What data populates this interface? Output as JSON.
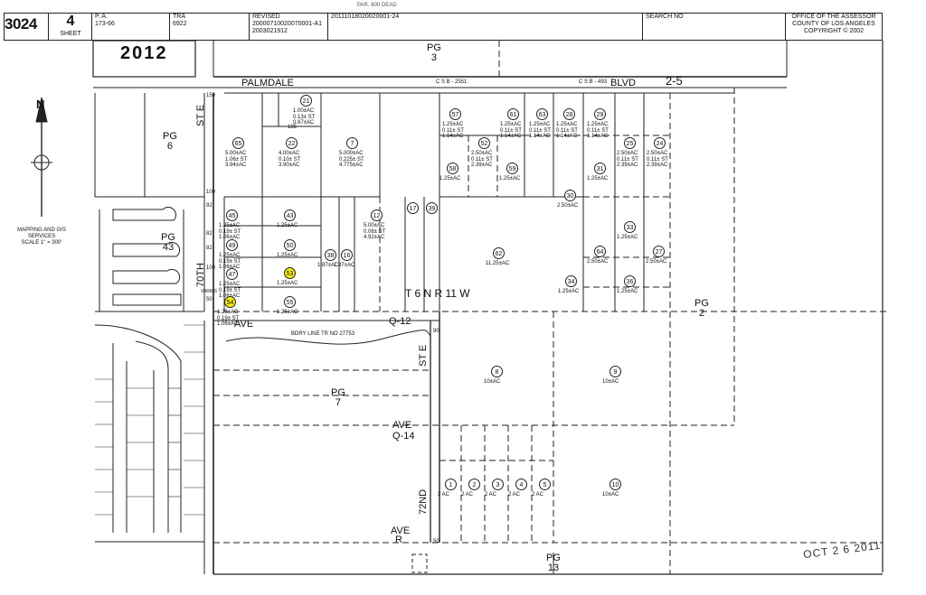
{
  "header": {
    "top_partial": "PAR. 800 DEAD",
    "map_book": "3024",
    "sheet_number": "4",
    "sheet_label": "SHEET",
    "pa_label": "P. A.",
    "pa_value": "173-66",
    "tra_label": "TRA",
    "tra_value": "6922",
    "revised_label": "REVISED",
    "revised_values": [
      "20000710020070001-A1",
      "2003021912"
    ],
    "revision_number": "20111018020020001-24",
    "search_label": "SEARCH NO",
    "office": [
      "OFFICE OF THE ASSESSOR",
      "COUNTY OF LOS ANGELES",
      "COPYRIGHT © 2002"
    ]
  },
  "map": {
    "tract_page": "2012",
    "compass": "N",
    "scale_note": [
      "MAPPING AND GIS",
      "SERVICES",
      "SCALE 1\" = 300'"
    ],
    "streets": {
      "palmdale": "PALMDALE",
      "blvd": "BLVD",
      "csb1": "C S B - 2551",
      "csb2": "C S B - 493",
      "route": "2-5",
      "st_e_top": "ST E",
      "seventieth": "70TH",
      "ave_q12_left": "AVE",
      "ave_q12_right": "Q-12",
      "bdry_line": "BDRY LINE TR NO 27753",
      "st_e_mid": "ST E",
      "ave_q14": "AVE",
      "q14": "Q-14",
      "seventy_second": "72ND",
      "ave_r_1": "AVE",
      "ave_r_2": "R"
    },
    "township": "T 6 N   R 11 W",
    "page_refs": [
      {
        "id": "pg3",
        "line1": "PG",
        "line2": "3"
      },
      {
        "id": "pg6",
        "line1": "PG",
        "line2": "6"
      },
      {
        "id": "pg43",
        "line1": "PG",
        "line2": "43"
      },
      {
        "id": "pg2",
        "line1": "PG",
        "line2": "2"
      },
      {
        "id": "pg7",
        "line1": "PG",
        "line2": "7"
      },
      {
        "id": "pg13",
        "line1": "PG",
        "line2": "13"
      }
    ],
    "dims": [
      "150",
      "100",
      "92",
      "82",
      "100",
      "82",
      "VARIES",
      "50",
      "185",
      "90",
      "50"
    ],
    "parcels": [
      {
        "n": "65",
        "acre": [
          "5.00±AC",
          "1.06± ST",
          "3.94±AC"
        ],
        "hl": false
      },
      {
        "n": "22",
        "acre": [
          "4.00±AC",
          "0.10± ST",
          "3.90±AC"
        ],
        "hl": false
      },
      {
        "n": "7",
        "acre": [
          "5.000±AC",
          "0.225± ST",
          "4.775±AC"
        ],
        "hl": false
      },
      {
        "n": "21",
        "acre": [
          "1.00±AC",
          "0.13± ST",
          "0.87±AC"
        ],
        "hl": false
      },
      {
        "n": "57",
        "acre": [
          "1.25±AC",
          "0.11± ST",
          "1.14±AC"
        ],
        "hl": false
      },
      {
        "n": "61",
        "acre": [
          "1.25±AC",
          "0.11± ST",
          "1.14±AC"
        ],
        "hl": false
      },
      {
        "n": "63",
        "acre": [
          "1.25±AC",
          "0.11± ST",
          "1.14±AC"
        ],
        "hl": false
      },
      {
        "n": "28",
        "acre": [
          "1.25±AC",
          "0.11± ST",
          "1.14±AC"
        ],
        "hl": false
      },
      {
        "n": "29",
        "acre": [
          "1.25±AC",
          "0.11± ST",
          "1.14±AC"
        ],
        "hl": false
      },
      {
        "n": "52",
        "acre": [
          "2.50±AC",
          "0.11± ST",
          "2.39±AC"
        ],
        "hl": false
      },
      {
        "n": "25",
        "acre": [
          "2.50±AC",
          "0.11± ST",
          "2.39±AC"
        ],
        "hl": false
      },
      {
        "n": "24",
        "acre": [
          "2.50±AC",
          "0.11± ST",
          "2.39±AC"
        ],
        "hl": false
      },
      {
        "n": "58",
        "acre": [
          "1.25±AC"
        ],
        "hl": false
      },
      {
        "n": "59",
        "acre": [
          "1.25±AC"
        ],
        "hl": false
      },
      {
        "n": "31",
        "acre": [
          "1.25±AC"
        ],
        "hl": false
      },
      {
        "n": "30",
        "acre": [
          "2.50±AC"
        ],
        "hl": false
      },
      {
        "n": "45",
        "acre": [
          "1.25±AC",
          "0.19± ST",
          "1.06±AC"
        ],
        "hl": false
      },
      {
        "n": "43",
        "acre": [
          "1.25±AC"
        ],
        "hl": false
      },
      {
        "n": "12",
        "acre": [
          "5.00±AC",
          "0.08± ST",
          "4.92±AC"
        ],
        "hl": false
      },
      {
        "n": "17",
        "acre": [],
        "hl": false
      },
      {
        "n": "39",
        "acre": [],
        "hl": false
      },
      {
        "n": "49",
        "acre": [
          "1.25±AC",
          "0.19± ST",
          "1.06±AC"
        ],
        "hl": false
      },
      {
        "n": "50",
        "acre": [
          "1.25±AC"
        ],
        "hl": false
      },
      {
        "n": "38",
        "acre": [
          "1.87±AC"
        ],
        "hl": false
      },
      {
        "n": "16",
        "acre": [
          "1.87±AC"
        ],
        "hl": false
      },
      {
        "n": "62",
        "acre": [
          "11.25±AC"
        ],
        "hl": false
      },
      {
        "n": "33",
        "acre": [
          "1.25±AC"
        ],
        "hl": false
      },
      {
        "n": "64",
        "acre": [
          "2.50±AC"
        ],
        "hl": false
      },
      {
        "n": "27",
        "acre": [
          "2.50±AC"
        ],
        "hl": false
      },
      {
        "n": "47",
        "acre": [
          "1.25±AC",
          "0.19± ST",
          "1.06±AC"
        ],
        "hl": false
      },
      {
        "n": "53",
        "acre": [
          "1.25±AC"
        ],
        "hl": true
      },
      {
        "n": "34",
        "acre": [
          "1.25±AC"
        ],
        "hl": false
      },
      {
        "n": "36",
        "acre": [
          "1.25±AC"
        ],
        "hl": false
      },
      {
        "n": "54",
        "acre": [
          "1.25±AC",
          "0.19± ST",
          "1.06±AC"
        ],
        "hl": true
      },
      {
        "n": "55",
        "acre": [
          "1.25±AC"
        ],
        "hl": false
      },
      {
        "n": "8",
        "acre": [
          "10±AC"
        ],
        "hl": false
      },
      {
        "n": "9",
        "acre": [
          "10±AC"
        ],
        "hl": false
      },
      {
        "n": "1",
        "acre": [
          "2 AC"
        ],
        "hl": false
      },
      {
        "n": "2",
        "acre": [
          "2 AC"
        ],
        "hl": false
      },
      {
        "n": "3",
        "acre": [
          "2 AC"
        ],
        "hl": false
      },
      {
        "n": "4",
        "acre": [
          "2 AC"
        ],
        "hl": false
      },
      {
        "n": "5",
        "acre": [
          "2 AC"
        ],
        "hl": false
      },
      {
        "n": "10",
        "acre": [
          "10±AC"
        ],
        "hl": false
      }
    ],
    "date_stamp": "OCT 2 6 2011"
  },
  "colors": {
    "highlight": "#f4ec1a",
    "ink": "#222222"
  }
}
